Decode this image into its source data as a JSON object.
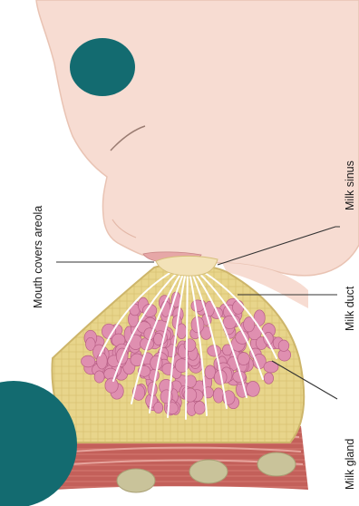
{
  "labels": {
    "mouth_covers_areola": "Mouth covers areola",
    "milk_sinus": "Milk sinus",
    "milk_duct": "Milk duct",
    "milk_gland": "Milk gland"
  },
  "colors": {
    "skin": "#f7dcd2",
    "face_outline": "#e9c3b3",
    "eye": "#136b70",
    "breast_fat": "#e8d58b",
    "breast_outline": "#cdb56a",
    "gland_lobules": "#df8fb0",
    "gland_outline": "#b85f86",
    "ducts": "#ffffff",
    "muscle": "#c3605a",
    "muscle_stripe": "#e6a39c",
    "rib": "#c9c39a",
    "teal_circle": "#136b70",
    "leader_line": "#333333"
  }
}
